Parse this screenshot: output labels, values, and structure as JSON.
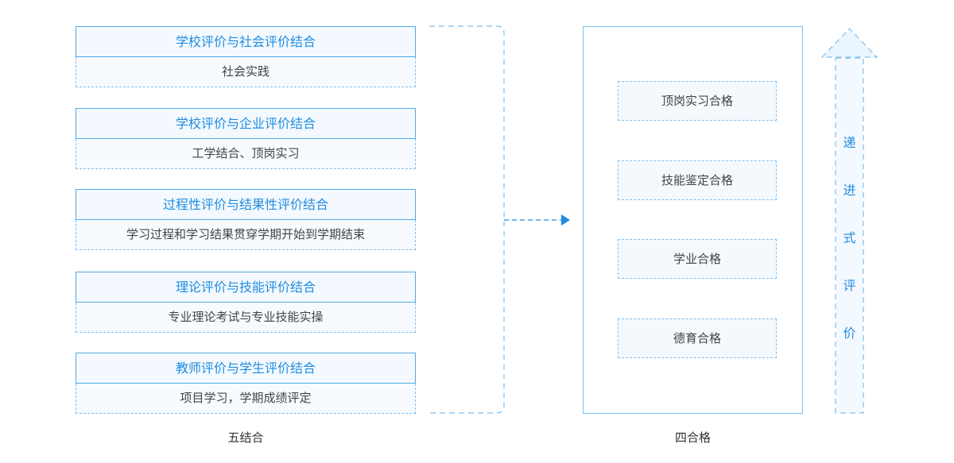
{
  "combinations": [
    {
      "title": "学校评价与社会评价结合",
      "detail": "社会实践"
    },
    {
      "title": "学校评价与企业评价结合",
      "detail": "工学结合、顶岗实习"
    },
    {
      "title": "过程性评价与结果性评价结合",
      "detail": "学习过程和学习结果贯穿学期开始到学期结束"
    },
    {
      "title": "理论评价与技能评价结合",
      "detail": "专业理论考试与专业技能实操"
    },
    {
      "title": "教师评价与学生评价结合",
      "detail": "项目学习，学期成绩评定"
    }
  ],
  "left_caption": "五结合",
  "qualifications": [
    "顶岗实习合格",
    "技能鉴定合格",
    "学业合格",
    "德育合格"
  ],
  "right_caption": "四合格",
  "progressive_label": [
    "递",
    "进",
    "式",
    "评",
    "价"
  ],
  "colors": {
    "accent": "#1f8ce2",
    "border": "#52a9e6",
    "fill": "#f3f9fe"
  }
}
